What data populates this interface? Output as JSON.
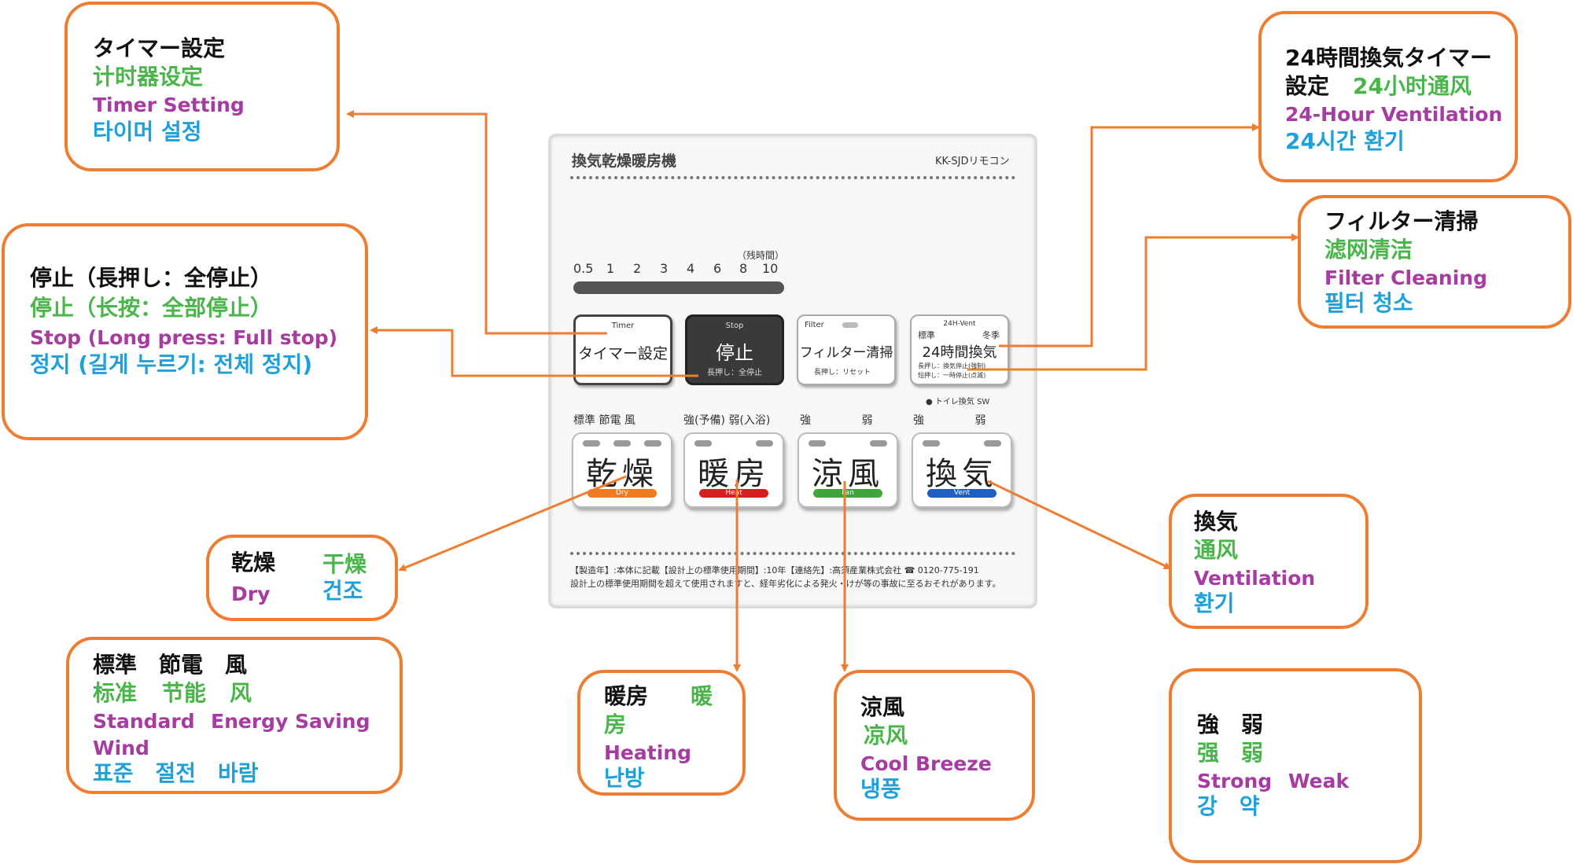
{
  "remote": {
    "title": "換気乾燥暖房機",
    "model": "KK-SJDリモコン",
    "remaining_time_label": "（残時間）",
    "timer_scale": [
      "0.5",
      "1",
      "2",
      "3",
      "4",
      "6",
      "8",
      "10"
    ],
    "timer_key": {
      "small": "Timer",
      "label": "タイマー設定"
    },
    "stop_key": {
      "small": "Stop",
      "label": "停止",
      "sub": "長押し：全停止"
    },
    "filter_key": {
      "small": "Filter",
      "label": "フィルター清掃",
      "sub": "長押し：リセット"
    },
    "vent24_key": {
      "small": "24H-Vent",
      "left": "標準",
      "right": "冬季",
      "label": "24時間換気",
      "sub1": "長押し：換気停止(強制)",
      "sub2": "短押し：一時停止(点滅)"
    },
    "toilet_sw": "トイレ換気 SW",
    "mode_labels": [
      {
        "text": "標準 節電 風"
      },
      {
        "text": "強(予備) 弱(入浴)"
      },
      {
        "text": "強 弱"
      },
      {
        "text": "強 弱"
      }
    ],
    "mode_keys": [
      {
        "label": "乾燥",
        "sub": "Dry",
        "color": "#f07a1e"
      },
      {
        "label": "暖房",
        "sub": "Heat",
        "color": "#d6201f"
      },
      {
        "label": "涼風",
        "sub": "Fan",
        "color": "#3da53a"
      },
      {
        "label": "換気",
        "sub": "Vent",
        "color": "#1f5fc2"
      }
    ],
    "footer_line1": "【製造年】:本体に記載【設計上の標準使用期間】:10年【連絡先】:高須産業株式会社 ☎ 0120-775-191",
    "footer_line2": "設計上の標準使用期間を超えて使用されますと、経年劣化による発火・けが等の事故に至るおそれがあります。"
  },
  "callouts": {
    "timer": {
      "jp": "タイマー設定",
      "zh": "计时器设定",
      "en": "Timer Setting",
      "ko": "타이머 설정"
    },
    "stop": {
      "jp": "停止（長押し：全停止）",
      "zh": "停止（长按：全部停止）",
      "en": "Stop (Long press: Full stop)",
      "ko": "정지 (길게 누르기: 전체 정지)"
    },
    "vent24": {
      "jp1": "24時間換気タイマー",
      "jp2": "設定",
      "zh": "24小时通风",
      "en": "24-Hour Ventilation",
      "ko": "24시간 환기"
    },
    "filter": {
      "jp": "フィルター清掃",
      "zh": "滤网清洁",
      "en": "Filter Cleaning",
      "ko": "필터 청소"
    },
    "dry": {
      "jp": "乾燥",
      "zh": "干燥",
      "en": "Dry",
      "ko": "건조"
    },
    "modes": {
      "jp": "標準　節電　風",
      "zh1": "标准",
      "zh2": "节能",
      "zh3": "风",
      "en1": "Standard",
      "en2": "Energy Saving",
      "en3": "Wind",
      "ko": "표준　절전　바람"
    },
    "heating": {
      "jp": "暖房",
      "zh1": "暖",
      "zh2": "房",
      "en": "Heating",
      "ko": "난방"
    },
    "cool": {
      "jp": "涼風",
      "zh": "凉风",
      "en": "Cool Breeze",
      "ko": "냉풍"
    },
    "vent": {
      "jp": "換気",
      "zh": "通风",
      "en": "Ventilation",
      "ko": "환기"
    },
    "strength": {
      "jp": "強　弱",
      "zh": "强　弱",
      "en1": "Strong",
      "en2": "Weak",
      "ko": "강　약"
    }
  },
  "colors": {
    "accent_arrow": "#ee7d31",
    "jp": "#111111",
    "zh": "#4ab54a",
    "en": "#a63ba1",
    "ko": "#1fa0d8"
  }
}
